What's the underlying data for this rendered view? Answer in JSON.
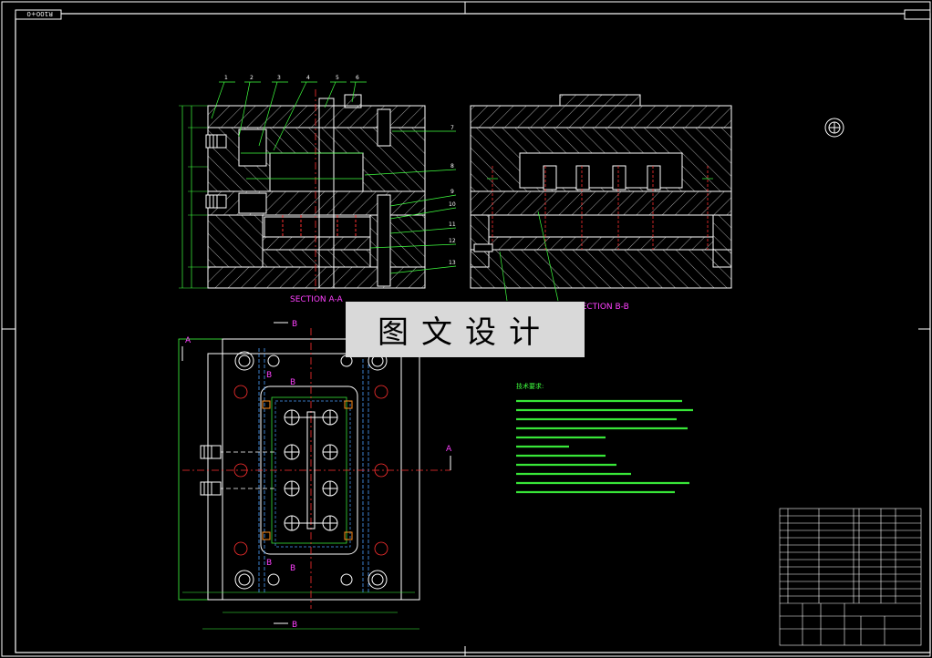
{
  "drawing": {
    "stamp_label": "R100+0",
    "section_a_label": "SECTION A-A",
    "section_b_label": "SECTION B-B",
    "watermark_text": "图文设计",
    "cut_marks": {
      "a": "A",
      "b": "B"
    },
    "callouts_top": [
      "1",
      "2",
      "3",
      "4",
      "5",
      "6"
    ],
    "callouts_right": [
      "7",
      "8",
      "9",
      "10",
      "11",
      "12",
      "13"
    ],
    "technical_requirements_title": "技术要求:"
  },
  "colors": {
    "background": "#000000",
    "outline": "#ffffff",
    "hatch": "#ffffff",
    "centerline": "#ff3030",
    "section_label": "#ff40ff",
    "leader": "#3fff3f",
    "hidden": "#4aa0ff",
    "insert": "#ff8c1a",
    "watermark_bg": "#d9d9d9"
  }
}
